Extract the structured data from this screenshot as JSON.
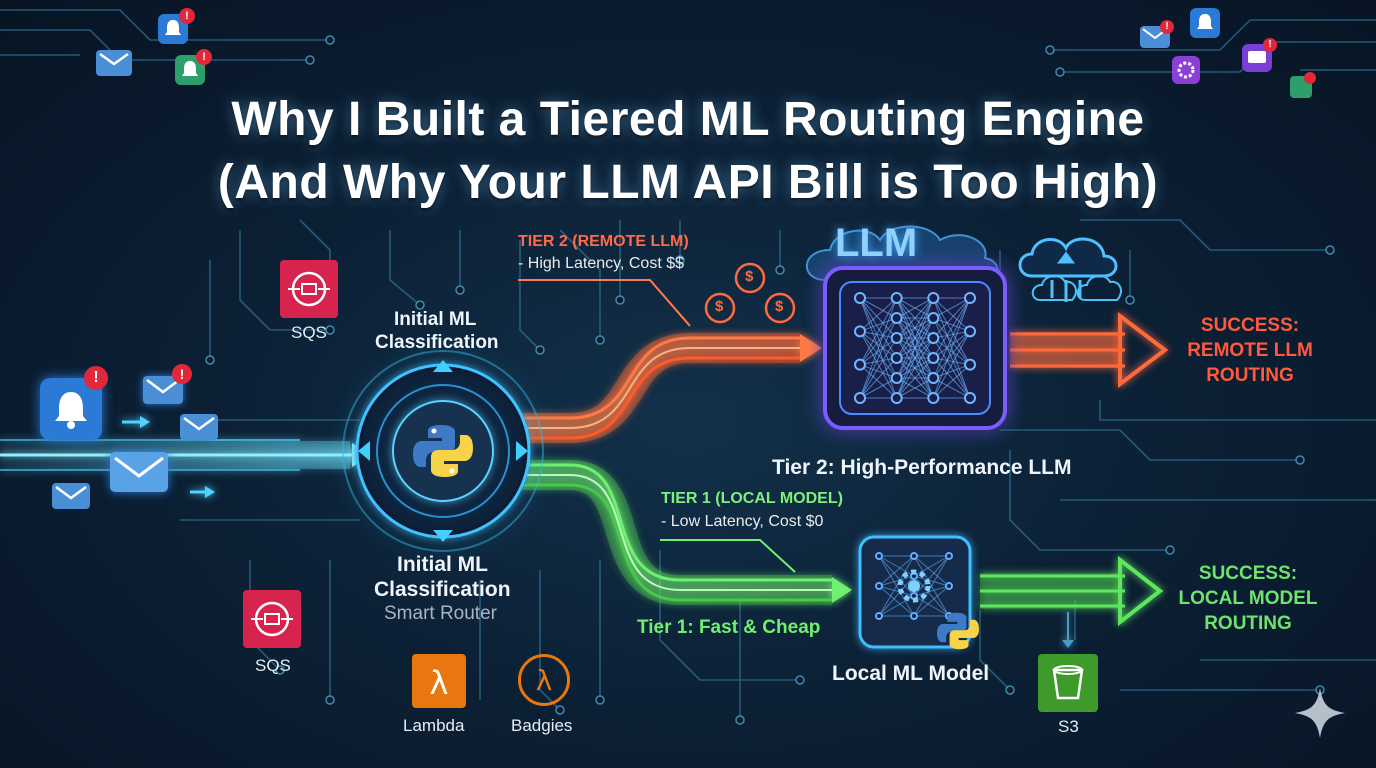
{
  "title": {
    "line1": "Why I Built a Tiered ML Routing Engine",
    "line2": "(And Why Your LLM API Bill is Too High)"
  },
  "router": {
    "top_label_1": "Initial ML",
    "top_label_2": "Classification",
    "bottom_label_1": "Initial ML",
    "bottom_label_2": "Classification",
    "bottom_sub": "Smart Router"
  },
  "aws": {
    "sqs_top": "SQS",
    "sqs_bottom": "SQS",
    "lambda": "Lambda",
    "badgies": "Badgies",
    "s3": "S3"
  },
  "tier2": {
    "heading": "TIER 2 (REMOTE LLM)",
    "detail": "- High Latency, Cost $$",
    "box_title": "LLM",
    "caption": "Tier 2: High-Performance LLM",
    "coin_symbol": "$",
    "success": [
      "SUCCESS:",
      "REMOTE LLM",
      "ROUTING"
    ]
  },
  "tier1": {
    "heading": "TIER 1 (LOCAL MODEL)",
    "detail": "- Low Latency, Cost $0",
    "path_label": "Tier 1: Fast & Cheap",
    "caption": "Local ML Model",
    "success": [
      "SUCCESS:",
      "LOCAL MODEL",
      "ROUTING"
    ]
  },
  "colors": {
    "tier2_path": "#ff6a3d",
    "tier1_path": "#5fe35f",
    "input_path": "#4fd2ff",
    "llm_glow": "#8a5cff",
    "aws_sqs": "#d6244f",
    "aws_lambda": "#e8770f",
    "aws_s3": "#3f9a2c"
  },
  "icons": [
    "bell-icon",
    "mail-icon",
    "notification-badge-icon",
    "python-logo-icon",
    "neural-network-icon",
    "cloud-icon",
    "gear-icon",
    "dollar-coin-icon",
    "sparkle-icon"
  ]
}
